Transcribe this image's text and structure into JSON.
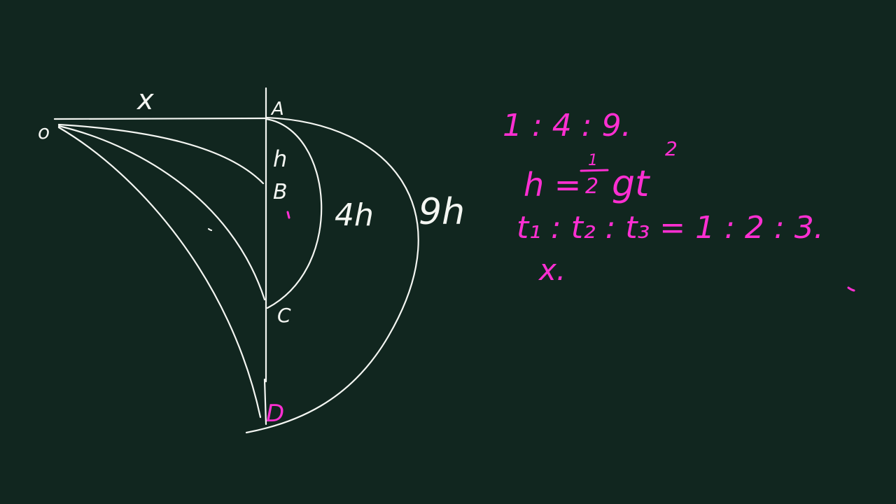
{
  "colors": {
    "background": "#11261f",
    "chalk_white": "#f4f6f2",
    "chalk_magenta": "#ff2fd2"
  },
  "diagram": {
    "point_o": "o",
    "point_a": "A",
    "point_b": "B",
    "point_c": "C",
    "point_d": "D",
    "label_x": "x",
    "label_h": "h",
    "label_4h": "4h",
    "label_9h": "9h"
  },
  "notes": {
    "ratio_line": "1 : 4 : 9.",
    "formula_lhs": "h = ",
    "formula_num": "1",
    "formula_den": "2",
    "formula_rest": "gt",
    "formula_exp": "2",
    "time_ratio": "t₁ : t₂ : t₃ = 1 : 2 : 3.",
    "x_note": "x."
  }
}
